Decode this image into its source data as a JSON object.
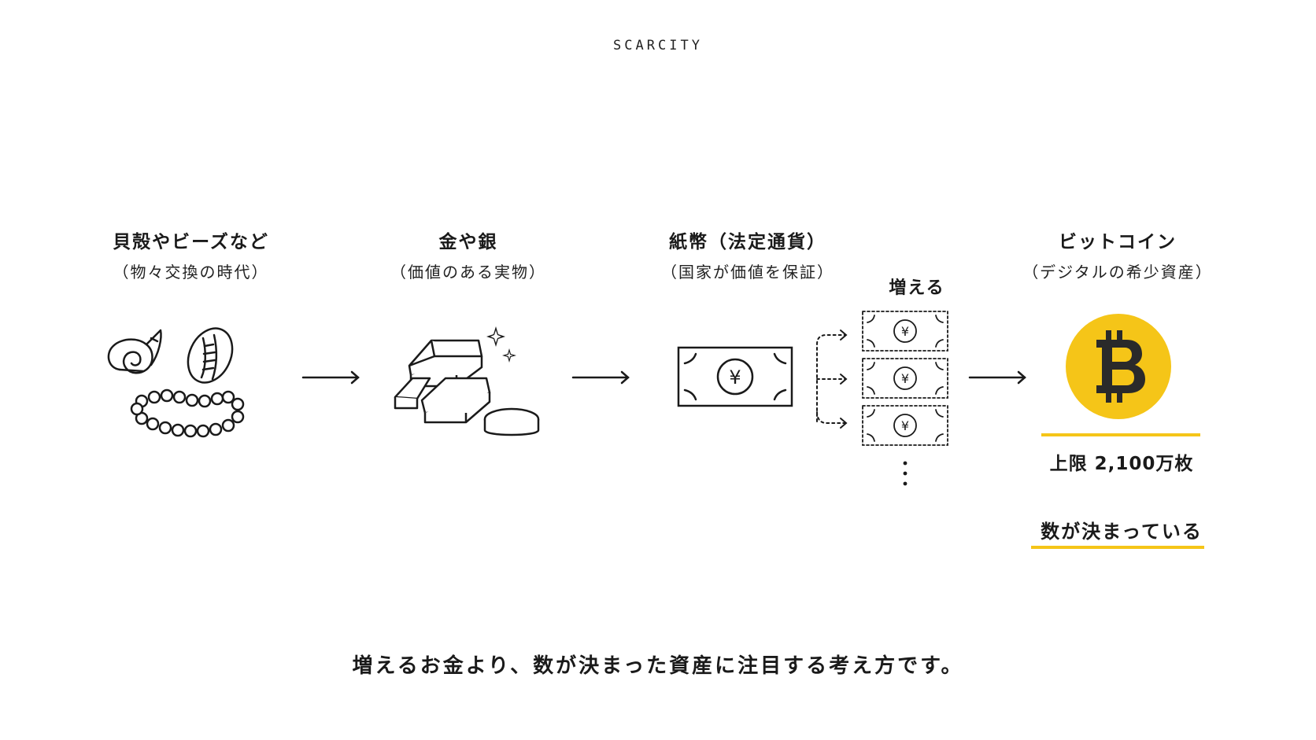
{
  "header": {
    "title": "SCARCITY"
  },
  "stages": [
    {
      "title": "貝殻やビーズなど",
      "subtitle": "（物々交換の時代）"
    },
    {
      "title": "金や銀",
      "subtitle": "（価値のある実物）"
    },
    {
      "title": "紙幣（法定通貨）",
      "subtitle": "（国家が価値を保証）"
    },
    {
      "title": "ビットコイン",
      "subtitle": "（デジタルの希少資産）"
    }
  ],
  "bills": {
    "increase_label": "増える",
    "currency_symbol": "¥"
  },
  "bitcoin": {
    "limit_label": "上限 2,100万枚",
    "fixed_label": "数が決まっている",
    "symbol": "B"
  },
  "footer": {
    "message": "増えるお金より、数が決まった資産に注目する考え方です。"
  },
  "colors": {
    "accent": "#f5c518",
    "ink": "#1a1a1a"
  }
}
